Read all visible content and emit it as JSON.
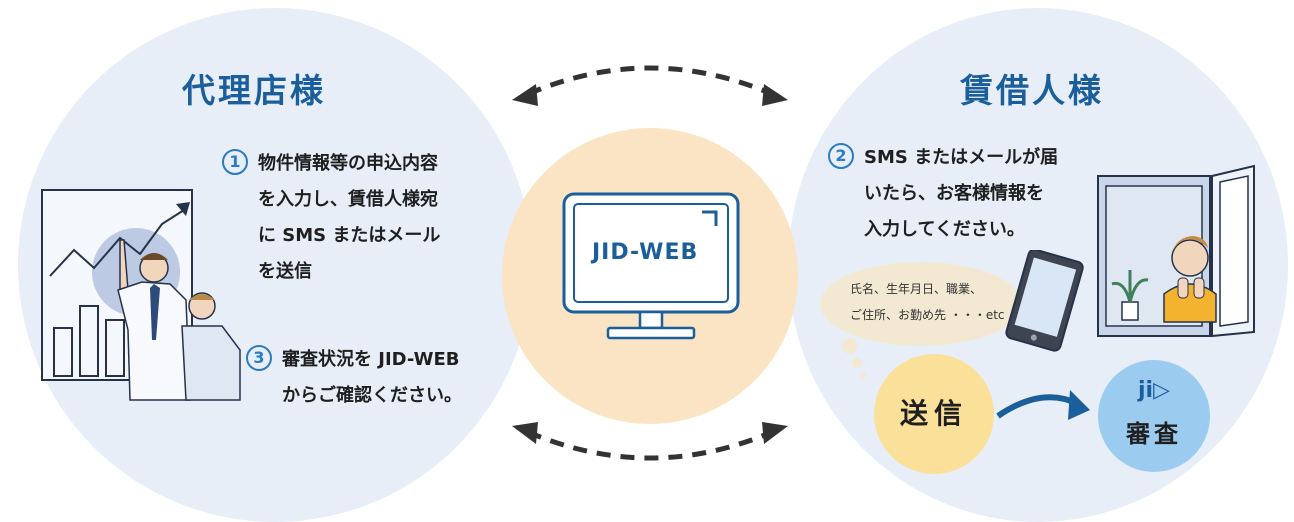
{
  "left": {
    "title": "代理店様",
    "step1": {
      "number": "1",
      "lines": [
        "物件情報等の申込内容",
        "を入力し、賃借人様宛",
        "に SMS またはメール",
        "を送信"
      ]
    },
    "step3": {
      "number": "3",
      "lines": [
        "審査状況を JID-WEB",
        "からご確認ください。"
      ]
    }
  },
  "center": {
    "logo_text": "JID-WEB"
  },
  "right": {
    "title": "賃借人様",
    "step2": {
      "number": "2",
      "lines": [
        "SMS またはメールが届",
        "いたら、お客様情報を",
        "入力してください。"
      ]
    },
    "bubble_lines": [
      "氏名、生年月日、職業、",
      "ご住所、お勤め先 ・・・etc"
    ],
    "send_label": "送信",
    "review_label": "審査"
  },
  "colors": {
    "title_blue": "#1b5e9c",
    "accent_blue": "#2a7bc4",
    "circle_bg": "#e7eef7",
    "center_bg": "#fbe4c4",
    "send_bg": "#fbe09a",
    "review_bg": "#9ccbf0"
  },
  "icons": [
    "chart-board-illustration",
    "businessmen-illustration",
    "monitor-icon",
    "tablet-icon",
    "window-person-illustration",
    "arrow-right-icon",
    "double-arrow-icon"
  ]
}
